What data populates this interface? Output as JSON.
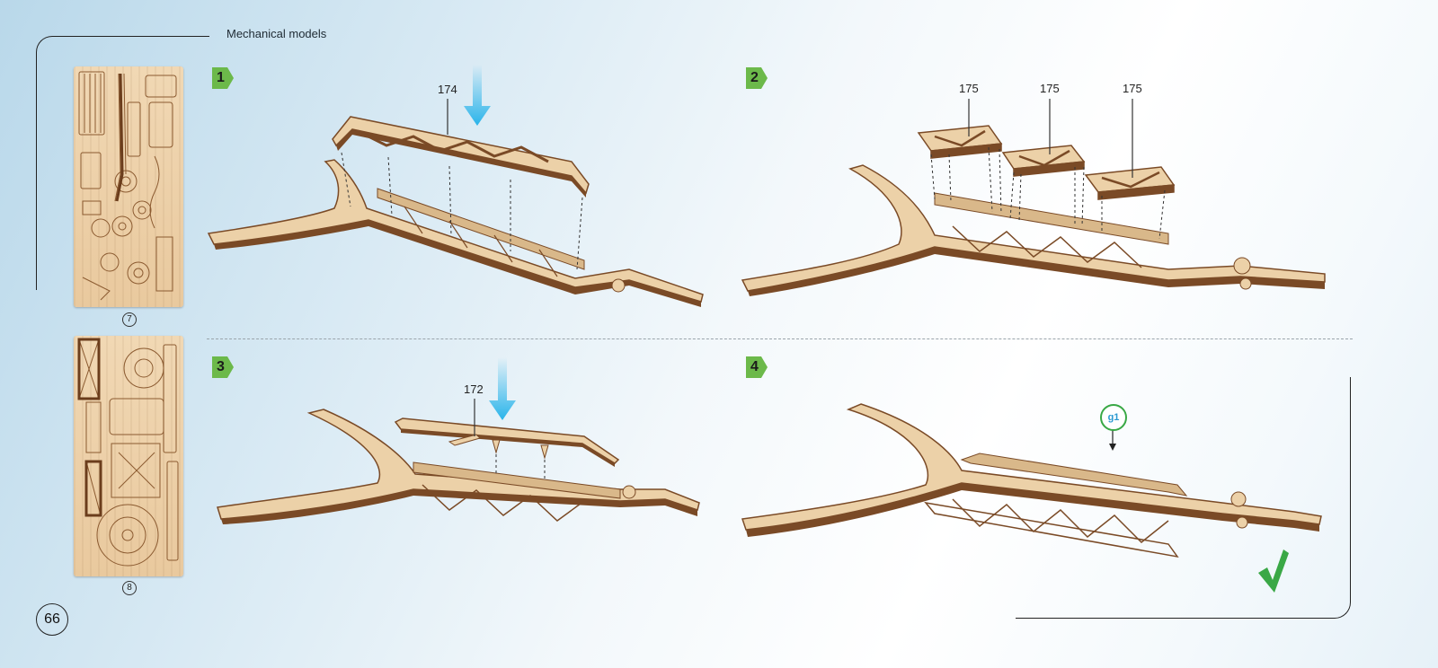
{
  "header": {
    "section_title": "Mechanical models"
  },
  "sheets": [
    {
      "number": "7"
    },
    {
      "number": "8"
    }
  ],
  "page_number": "66",
  "steps": [
    {
      "number": "1",
      "parts": [
        "174"
      ]
    },
    {
      "number": "2",
      "parts": [
        "175",
        "175",
        "175"
      ]
    },
    {
      "number": "3",
      "parts": [
        "172"
      ]
    },
    {
      "number": "4",
      "glue_label": "g1"
    }
  ],
  "colors": {
    "step_badge": "#6cb94a",
    "arrow": "#29b4ea",
    "check": "#3aa846",
    "wood_light": "#ecd1a8",
    "wood_dark": "#7a4a26"
  },
  "icons": {
    "insert_arrow": "down-arrow-icon",
    "done": "checkmark-icon"
  }
}
